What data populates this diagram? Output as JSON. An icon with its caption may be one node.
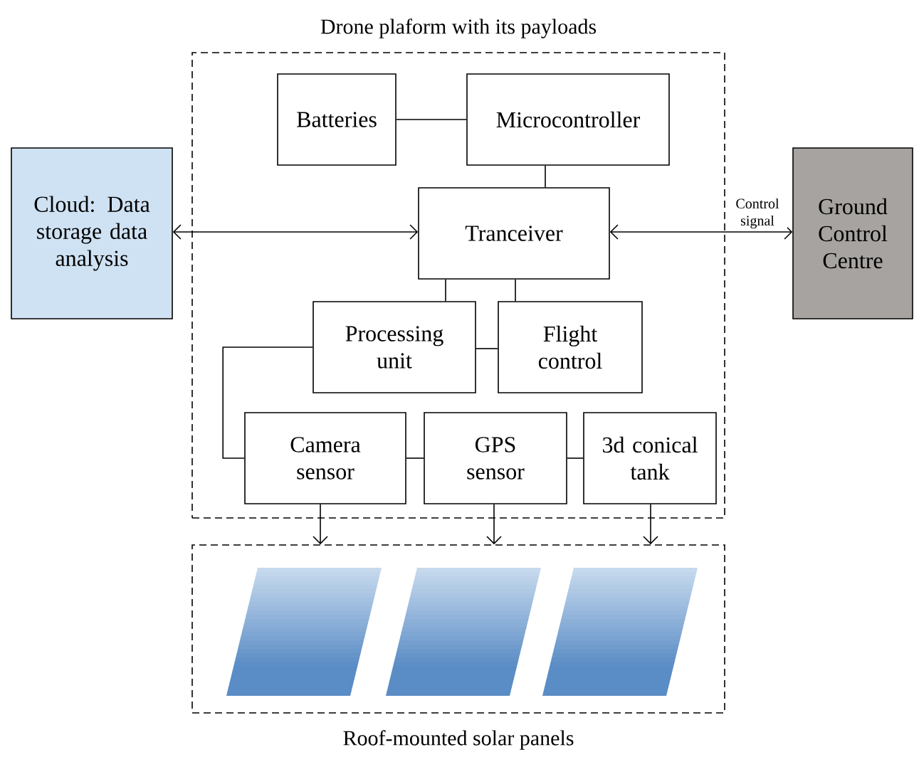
{
  "diagram": {
    "nodes": [
      {
        "text": [
          "Drone plaform with its payloads"
        ]
      },
      {
        "text": [
          "Batteries"
        ],
        "in": 0
      },
      {
        "text": [
          "Microcontroller"
        ],
        "in": 0
      },
      {
        "text": [
          "Tranceiver"
        ],
        "in": 0
      },
      {
        "text": [
          "Processing unit"
        ],
        "in": 0
      },
      {
        "text": [
          "Flight control"
        ],
        "in": 0
      },
      {
        "text": [
          "Camera sensor"
        ],
        "in": 0
      },
      {
        "text": [
          "GPS sensor"
        ],
        "in": 0
      },
      {
        "text": [
          "3d conical tank"
        ],
        "in": 0
      },
      {
        "text": [
          "Cloud: Data storage data analysis"
        ]
      },
      {
        "text": [
          "Ground Control Centre"
        ]
      },
      {
        "text": [
          "Roof-mounted solar panels"
        ]
      },
      {
        "text": [],
        "shape": "parallelogram",
        "in": 11
      },
      {
        "text": [],
        "shape": "parallelogram",
        "in": 11
      },
      {
        "text": [],
        "shape": "parallelogram",
        "in": 11
      }
    ],
    "edges": [
      {
        "from": 1,
        "to": 2,
        "arrow": "none"
      },
      {
        "from": 2,
        "to": 3,
        "arrow": "none"
      },
      {
        "from": 9,
        "to": 3,
        "arrow": "both"
      },
      {
        "from": 3,
        "to": 10,
        "arrow": "both",
        "label": "Control signal"
      },
      {
        "from": 3,
        "to": 4,
        "arrow": "none"
      },
      {
        "from": 3,
        "to": 5,
        "arrow": "none"
      },
      {
        "from": 4,
        "to": 5,
        "arrow": "none"
      },
      {
        "from": 4,
        "to": 6,
        "arrow": "none"
      },
      {
        "from": 6,
        "to": 7,
        "arrow": "none"
      },
      {
        "from": 7,
        "to": 8,
        "arrow": "none"
      },
      {
        "from": 6,
        "to": 11,
        "arrow": "to"
      },
      {
        "from": 7,
        "to": 11,
        "arrow": "to"
      },
      {
        "from": 8,
        "to": 11,
        "arrow": "to"
      }
    ]
  }
}
